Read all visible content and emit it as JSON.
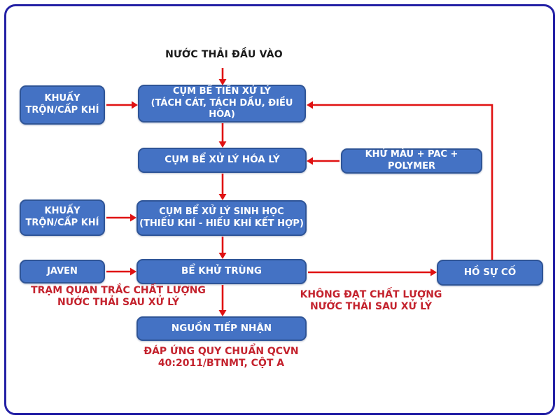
{
  "diagram": {
    "title_label": "NƯỚC THẢI ĐẦU VÀO",
    "nodes": {
      "mixing_aeration_1": {
        "label": "KHUẤY\nTRỘN/CẤP KHÍ"
      },
      "pre_treatment": {
        "label": "CỤM BỂ TIỀN XỬ LÝ\n(TÁCH CÁT, TÁCH DẦU, ĐIỀU HÒA)"
      },
      "physicochemical": {
        "label": "CỤM BỂ XỬ LÝ HÓA LÝ"
      },
      "decolor_pac_polymer": {
        "label": "KHỬ MÀU + PAC + POLYMER"
      },
      "mixing_aeration_2": {
        "label": "KHUẤY\nTRỘN/CẤP KHÍ"
      },
      "biological": {
        "label": "CỤM BỂ XỬ LÝ SINH HỌC\n(THIẾU KHÍ - HIẾU KHÍ KẾT HỢP)"
      },
      "javen": {
        "label": "JAVEN"
      },
      "disinfection": {
        "label": "BỂ KHỬ TRÙNG"
      },
      "emergency_pond": {
        "label": "HỒ SỰ CỐ"
      },
      "receiving_source": {
        "label": "NGUỒN TIẾP NHẬN"
      }
    },
    "annotations": {
      "monitoring_station": "TRẠM QUAN TRẮC CHẤT LƯỢNG\nNƯỚC THẢI SAU XỬ LÝ",
      "not_meeting_quality": "KHÔNG ĐẠT CHẤT LƯỢNG\nNƯỚC THẢI SAU XỬ LÝ",
      "meets_standard": "ĐÁP ỨNG QUY CHUẨN QCVN\n40:2011/BTNMT, CỘT A"
    },
    "colors": {
      "node_fill": "#4472C4",
      "node_border": "#2f5597",
      "node_text": "#ffffff",
      "arrow": "#e01212",
      "annotation_text": "#c4232e",
      "frame_border": "#2421a5",
      "title_text": "#1a1a1a"
    }
  }
}
